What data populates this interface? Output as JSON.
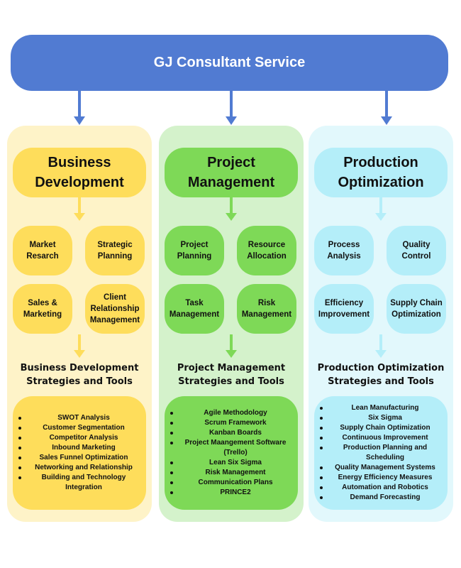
{
  "header": {
    "title": "GJ Consultant Service",
    "color": "#517bd2"
  },
  "columns": [
    {
      "title": "Business\nDevelopment",
      "theme": "yellow",
      "colors": {
        "background": "#fef3c8",
        "accent": "#fedd5b"
      },
      "services": [
        "Market\nResarch",
        "Strategic\nPlanning",
        "Sales &\nMarketing",
        "Client\nRelationship\nManagement"
      ],
      "strategies_title": "Business Development\nStrategies and Tools",
      "strategies": [
        "SWOT Analysis",
        "Customer Segmentation",
        "Competitor Analysis",
        "Inbound Marketing",
        "Sales Funnel Optimization",
        "Networking and Relationship",
        "Building and Technology Integration"
      ]
    },
    {
      "title": "Project\nManagement",
      "theme": "green",
      "colors": {
        "background": "#d4f2cb",
        "accent": "#7ed957"
      },
      "services": [
        "Project\nPlanning",
        "Resource\nAllocation",
        "Task\nManagement",
        "Risk\nManagement"
      ],
      "strategies_title": "Project Management\nStrategies and Tools",
      "strategies": [
        "Agile Methodology",
        "Scrum Framework",
        "Kanban Boards",
        "Project Maangement Software (Trello)",
        "Lean Six Sigma",
        "Risk Management",
        "Communication Plans",
        "PRINCE2"
      ]
    },
    {
      "title": "Production\nOptimization",
      "theme": "blue",
      "colors": {
        "background": "#e2f8fc",
        "accent": "#b4eef9"
      },
      "services": [
        "Process\nAnalysis",
        "Quality\nControl",
        "Efficiency\nImprovement",
        "Supply Chain\nOptimization"
      ],
      "strategies_title": "Production Optimization\nStrategies and Tools",
      "strategies": [
        "Lean Manufacturing",
        "Six Sigma",
        "Supply Chain Optimization",
        "Continuous Improvement",
        "Production Planning and Scheduling",
        "Quality Management Systems",
        "Energy Efficiency Measures",
        "Automation and Robotics",
        "Demand Forecasting"
      ]
    }
  ]
}
